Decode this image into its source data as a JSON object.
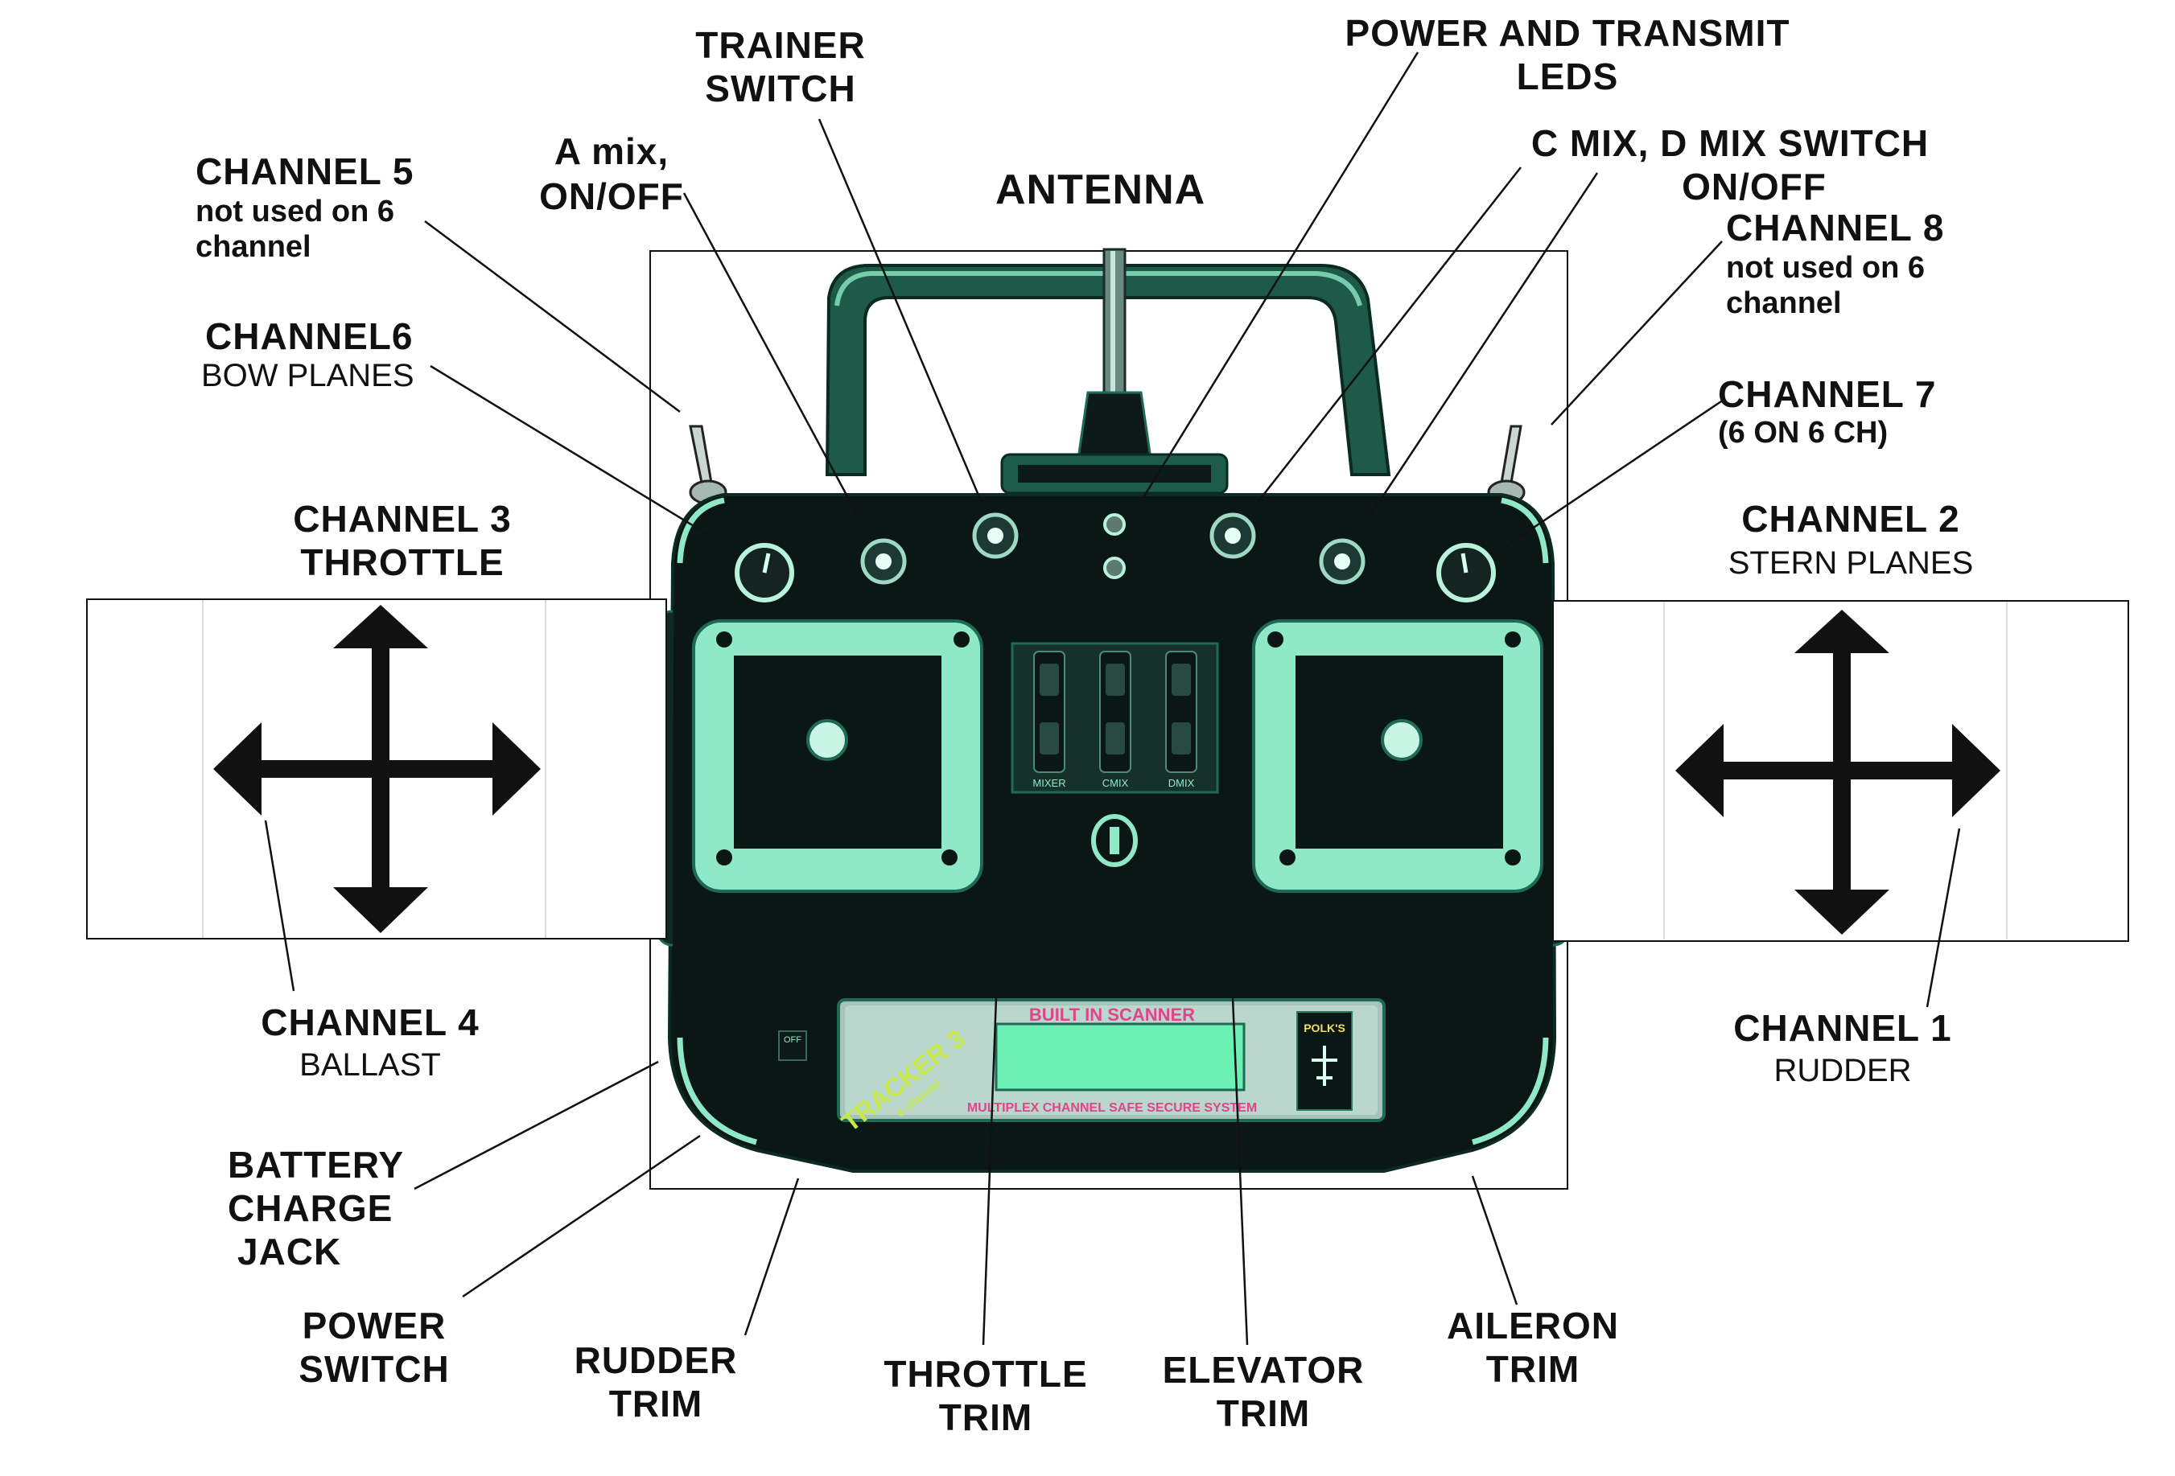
{
  "labels": {
    "trainer_switch": [
      "TRAINER",
      "SWITCH"
    ],
    "power_transmit_leds": [
      "POWER AND TRANSMIT",
      "LEDS"
    ],
    "a_mix": [
      "A mix,",
      "ON/OFF"
    ],
    "antenna": "ANTENNA",
    "cd_mix": [
      "C MIX, D MIX SWITCH",
      "ON/OFF"
    ],
    "channel5": {
      "title": "CHANNEL 5",
      "sub": [
        "not used on 6",
        "channel"
      ]
    },
    "channel8": {
      "title": "CHANNEL 8",
      "sub": [
        "not used on 6",
        "channel"
      ]
    },
    "channel6": {
      "title": "CHANNEL6",
      "sub": "BOW PLANES"
    },
    "channel7": {
      "title": "CHANNEL 7",
      "sub": "(6 ON 6 CH)"
    },
    "channel3": [
      "CHANNEL 3",
      "THROTTLE"
    ],
    "channel2": {
      "title": "CHANNEL 2",
      "sub": "STERN PLANES"
    },
    "channel4": {
      "title": "CHANNEL 4",
      "sub": "BALLAST"
    },
    "channel1": {
      "title": "CHANNEL 1",
      "sub": "RUDDER"
    },
    "battery_jack": [
      "BATTERY",
      "CHARGE",
      "JACK"
    ],
    "power_switch": [
      "POWER",
      "SWITCH"
    ],
    "rudder_trim": [
      "RUDDER",
      "TRIM"
    ],
    "throttle_trim": [
      "THROTTLE",
      "TRIM"
    ],
    "elevator_trim": [
      "ELEVATOR",
      "TRIM"
    ],
    "aileron_trim": [
      "AILERON",
      "TRIM"
    ]
  },
  "device": {
    "module_name": "TRACKER 3",
    "module_sub": "6 channel",
    "display_header": "BUILT IN SCANNER",
    "display_footer": "MULTIPLEX CHANNEL SAFE SECURE SYSTEM",
    "badge": "POLK'S",
    "switch_labels": [
      "MIXER",
      "CMIX",
      "DMIX"
    ]
  },
  "colors": {
    "body": "#0b1714",
    "mint": "#8fe8c6",
    "mint_dark": "#1f6a55",
    "screen": "#6df0b4",
    "magenta": "#e0448a",
    "ink": "#111111"
  }
}
